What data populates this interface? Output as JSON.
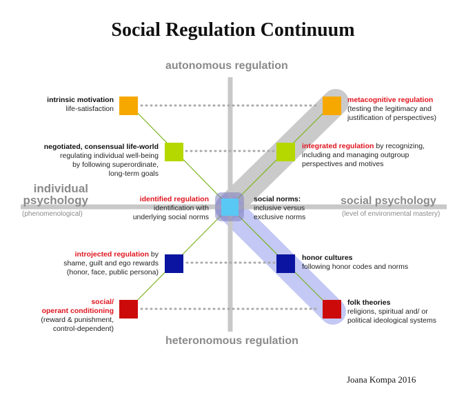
{
  "title": "Social Regulation Continuum",
  "axes": {
    "top": "autonomous regulation",
    "bottom": "heteronomous regulation",
    "left_line1": "individual",
    "left_line2": "psychology",
    "left_sub": "(phenomenological)",
    "right": "social psychology",
    "right_sub": "(level of environmental mastery)"
  },
  "left_nodes": [
    {
      "head": "intrinsic motivation",
      "body": [
        "life-satisfaction"
      ],
      "color": "#f7a800"
    },
    {
      "head": "negotiated, consensual life-world",
      "body": [
        "regulating individual well-being",
        "by following superordinate,",
        "long-term goals"
      ],
      "color": "#b5d800"
    },
    {
      "head_red": "introjected regulation",
      "head_tail": " by",
      "body": [
        "shame, guilt and ego rewards",
        "(honor, face, public persona)"
      ],
      "color": "#0a14a0"
    },
    {
      "head_red": "social/",
      "head_red2": "operant conditioning",
      "body": [
        "(reward & punishment,",
        "control-dependent)"
      ],
      "color": "#cc0a0a"
    }
  ],
  "center_left": {
    "head_red": "identified regulation",
    "body": [
      "identification with",
      "underlying social norms"
    ]
  },
  "center": {
    "head": "social norms:",
    "body": [
      "inclusive versus",
      "exclusive norms"
    ],
    "color": "#5ac8f5"
  },
  "right_nodes": [
    {
      "head_red": "metacognitive regulation",
      "body": [
        "(testing the legitimacy and",
        "justification of perspectives)"
      ],
      "color": "#f7a800"
    },
    {
      "head_red": "integrated regulation",
      "head_tail": " by recognizing,",
      "body": [
        "including and managing outgroup",
        "perspectives and motives"
      ],
      "color": "#b5d800"
    },
    {
      "head": "honor cultures",
      "body": [
        "following honor codes and norms"
      ],
      "color": "#0a14a0"
    },
    {
      "head": "folk theories",
      "body": [
        "religions, spiritual and/ or",
        "political ideological systems"
      ],
      "color": "#cc0a0a"
    }
  ],
  "credit": "Joana Kompa 2016",
  "colors": {
    "axis": "#c8c8c8",
    "band_upper": "#b4b4b4",
    "band_lower": "#aab0f0",
    "dotted": "#aaaaaa",
    "connector": "#7ab31e"
  }
}
